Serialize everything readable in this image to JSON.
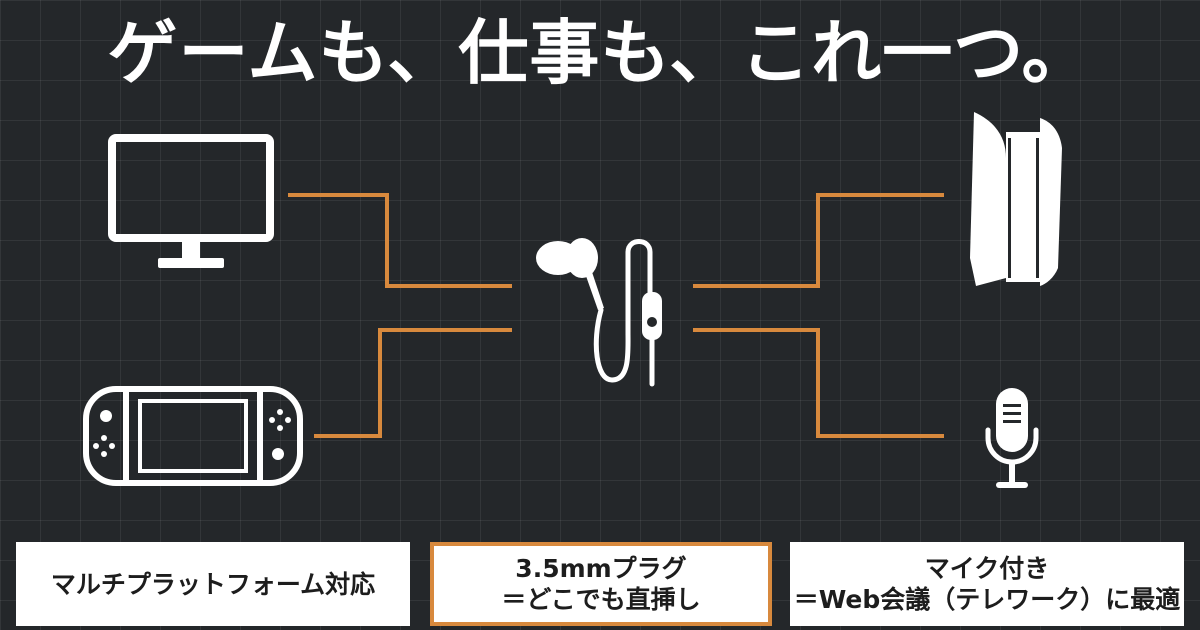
{
  "headline": "ゲームも、仕事も、これ一つ。",
  "accent_color": "#d8893d",
  "background_color": "#24272a",
  "devices": {
    "left": [
      "monitor-icon",
      "handheld-console-icon"
    ],
    "center": "earphones-icon",
    "right": [
      "game-console-icon",
      "microphone-icon"
    ]
  },
  "features": [
    {
      "line1": "マルチプラットフォーム対応",
      "line2": ""
    },
    {
      "line1": "3.5mmプラグ",
      "line2": "＝どこでも直挿し"
    },
    {
      "line1": "マイク付き",
      "line2": "＝Web会議（テレワーク）に最適"
    }
  ]
}
